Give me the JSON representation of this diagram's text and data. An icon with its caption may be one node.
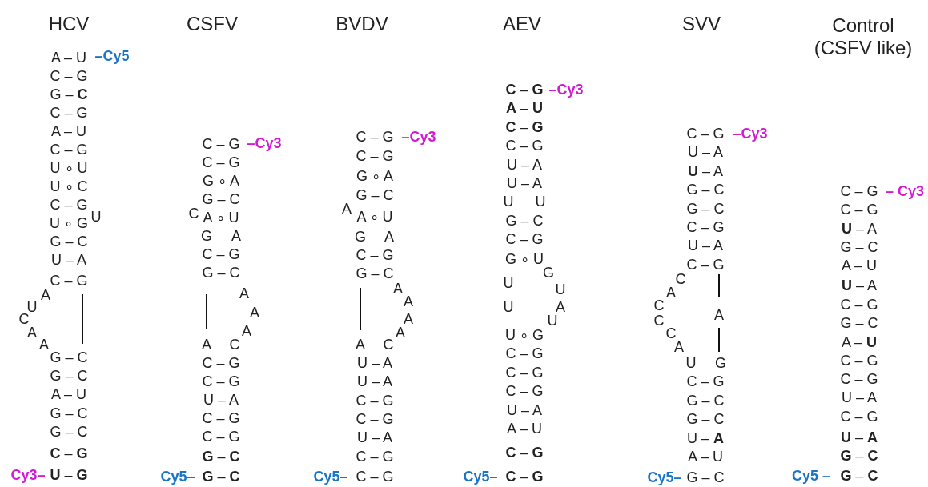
{
  "diagram": {
    "labels": [
      "HCV",
      "A – U",
      "–Cy5",
      "C – G",
      "G – **C**",
      "C – G",
      "A – U",
      "C – G",
      "U ∘ U",
      "U ∘ C",
      "C – G",
      "U",
      "U ∘ G",
      "G – C",
      "U – A",
      "C – G",
      "A",
      "U",
      "C",
      "A",
      "A",
      "G – C",
      "G – C",
      "A – U",
      "G – C",
      "G – C",
      "**C** – **G**",
      "Cy3–",
      "**U** – **G**",
      "CSFV",
      "C – G",
      "–Cy3",
      "C – G",
      "G ∘ A",
      "G – C",
      "C",
      "A ∘ U",
      "G",
      "A",
      "C – G",
      "G – C",
      "A",
      "A",
      "A",
      "A",
      "C",
      "C – G",
      "C – G",
      "U – A",
      "C – G",
      "C – G",
      "**G** – **C**",
      "Cy5–",
      "**G** – **C**",
      "BVDV",
      "C – G",
      "–Cy3",
      "C – G",
      "G ∘ A",
      "G – C",
      "A",
      "A ∘ U",
      "G",
      "A",
      "C – G",
      "G – C",
      "A",
      "A",
      "A",
      "A",
      "A",
      "C",
      "U – A",
      "U – A",
      "C – G",
      "C – G",
      "U – A",
      "C – G",
      "Cy5–",
      "C – G",
      "AEV",
      "**C** – **G**",
      "–Cy3",
      "**A** – **U**",
      "**C** – **G**",
      "C – G",
      "U – A",
      "U – A",
      "U",
      "U",
      "G – C",
      "C – G",
      "G ∘ U",
      "G",
      "U",
      "U",
      "U",
      "A",
      "U",
      "U ∘ G",
      "C – G",
      "C – G",
      "C – G",
      "U – A",
      "A – U",
      "**C** – **G**",
      "Cy5–",
      "**C** – **G**",
      "SVV",
      "C – G",
      "–Cy3",
      "U – A",
      "**U** – A",
      "G – C",
      "G – C",
      "C – G",
      "U – A",
      "C – G",
      "C",
      "A",
      "C",
      "C",
      "C",
      "A",
      "A",
      "U",
      "G",
      "C – G",
      "G – C",
      "G – C",
      "U – **A**",
      "A – U",
      "Cy5–",
      "G – C",
      "Control (CSFV like)",
      "C – G",
      "– Cy3",
      "C – G",
      "**U** – A",
      "G – C",
      "A – U",
      "**U** – A",
      "C – G",
      "G – C",
      "A – **U**",
      "C – G",
      "C – G",
      "U – A",
      "C – G",
      "**U** – **A**",
      "**G** – **C**",
      "Cy5 –",
      "**G** – **C**"
    ]
  }
}
